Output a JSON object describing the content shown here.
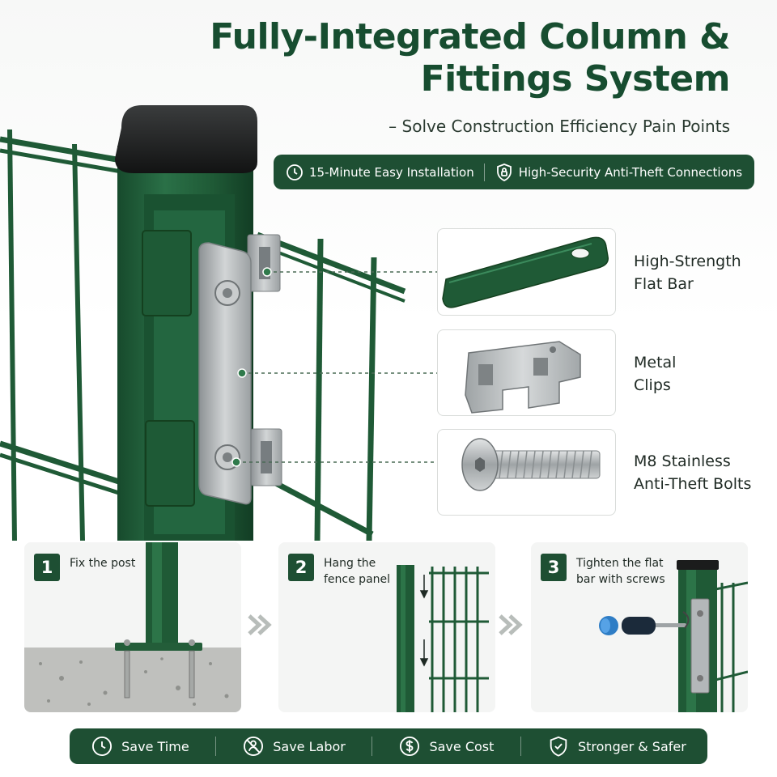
{
  "header": {
    "title_line1": "Fully-Integrated Column &",
    "title_line2": "Fittings System",
    "subtitle": "– Solve Construction Efficiency Pain Points"
  },
  "features": [
    {
      "icon": "clock-icon",
      "label": "15-Minute Easy Installation"
    },
    {
      "icon": "lock-shield-icon",
      "label": "High-Security Anti-Theft Connections"
    }
  ],
  "parts": [
    {
      "label_line1": "High-Strength",
      "label_line2": "Flat Bar"
    },
    {
      "label_line1": "Metal",
      "label_line2": "Clips"
    },
    {
      "label_line1": "M8 Stainless",
      "label_line2": "Anti-Theft Bolts"
    }
  ],
  "steps": [
    {
      "number": "1",
      "text_line1": "Fix the post",
      "text_line2": ""
    },
    {
      "number": "2",
      "text_line1": "Hang the",
      "text_line2": "fence panel"
    },
    {
      "number": "3",
      "text_line1": "Tighten the flat",
      "text_line2": "bar with screws"
    }
  ],
  "benefits": [
    {
      "icon": "clock-icon",
      "label": "Save Time"
    },
    {
      "icon": "no-labor-icon",
      "label": "Save Labor"
    },
    {
      "icon": "dollar-icon",
      "label": "Save Cost"
    },
    {
      "icon": "shield-check-icon",
      "label": "Stronger & Safer"
    }
  ],
  "colors": {
    "brand_green": "#1e4f33",
    "title_green": "#174d30",
    "fence_green": "#1f5a36",
    "steel": "#b9bdbf"
  }
}
